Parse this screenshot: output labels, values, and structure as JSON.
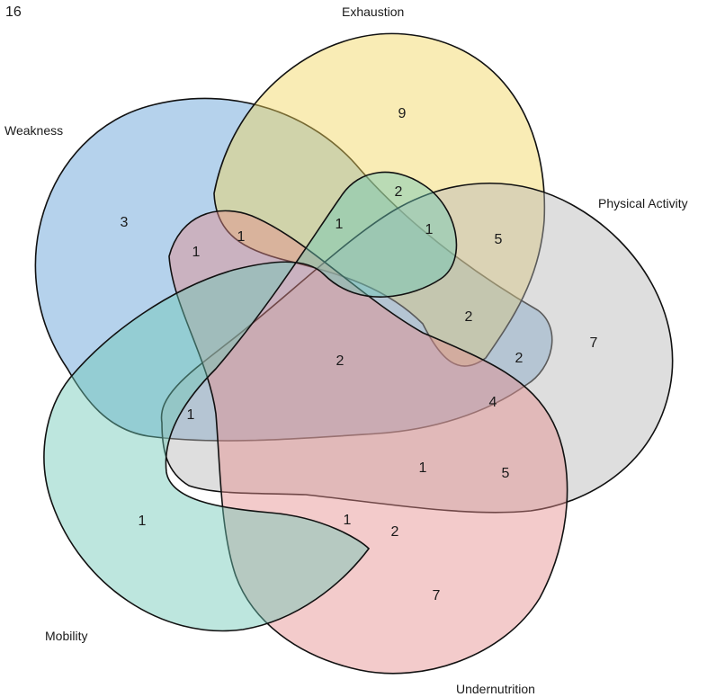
{
  "corner_label": "16",
  "sets": [
    {
      "key": "weakness",
      "name": "Weakness",
      "color": "#5B9BD5"
    },
    {
      "key": "exhaustion",
      "name": "Exhaustion",
      "color": "#F2D45A"
    },
    {
      "key": "physical_activity",
      "name": "Physical Activity",
      "color": "#B5B5B5"
    },
    {
      "key": "undernutrition",
      "name": "Undernutrition",
      "color": "#E58C8C"
    },
    {
      "key": "mobility",
      "name": "Mobility",
      "color": "#6CC7B5"
    }
  ],
  "regions": [
    {
      "sets": [
        "weakness"
      ],
      "count": "3"
    },
    {
      "sets": [
        "exhaustion"
      ],
      "count": "9"
    },
    {
      "sets": [
        "physical_activity"
      ],
      "count": "7"
    },
    {
      "sets": [
        "undernutrition"
      ],
      "count": "7"
    },
    {
      "sets": [
        "mobility"
      ],
      "count": "1"
    },
    {
      "sets": [
        "weakness",
        "exhaustion"
      ],
      "count": "1"
    },
    {
      "sets": [
        "weakness",
        "undernutrition"
      ],
      "count": "1"
    },
    {
      "sets": [
        "exhaustion",
        "undernutrition"
      ],
      "count": "2"
    },
    {
      "sets": [
        "exhaustion",
        "weakness",
        "undernutrition"
      ],
      "count": "1"
    },
    {
      "sets": [
        "exhaustion",
        "undernutrition",
        "physical_activity"
      ],
      "count": "1"
    },
    {
      "sets": [
        "exhaustion",
        "physical_activity"
      ],
      "count": "5"
    },
    {
      "sets": [
        "exhaustion",
        "physical_activity",
        "weakness"
      ],
      "count": "2"
    },
    {
      "sets": [
        "physical_activity",
        "weakness"
      ],
      "count": "2"
    },
    {
      "sets": [
        "physical_activity",
        "weakness",
        "mobility"
      ],
      "count": "4"
    },
    {
      "sets": [
        "physical_activity",
        "undernutrition"
      ],
      "count": "5"
    },
    {
      "sets": [
        "weakness",
        "exhaustion",
        "physical_activity",
        "undernutrition",
        "mobility"
      ],
      "count": "2"
    },
    {
      "sets": [
        "weakness",
        "mobility"
      ],
      "count": "1"
    },
    {
      "sets": [
        "undernutrition",
        "physical_activity",
        "mobility"
      ],
      "count": "1"
    },
    {
      "sets": [
        "undernutrition",
        "mobility"
      ],
      "count": "1"
    },
    {
      "sets": [
        "undernutrition",
        "mobility",
        "exhaustion"
      ],
      "count": "2"
    }
  ]
}
